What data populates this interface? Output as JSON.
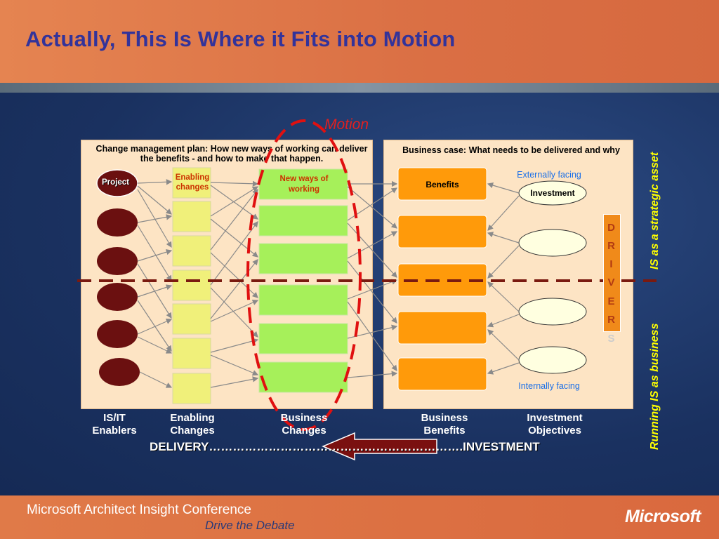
{
  "slide": {
    "title": "Actually, This Is Where it Fits into Motion",
    "motion_label": "Motion",
    "left_panel_caption": "Change management plan:  How new ways of working can deliver the benefits - and how to make that happen.",
    "right_panel_caption": "Business case:  What needs to be delivered and why",
    "project": "Project",
    "enabling_changes_box": "Enabling changes",
    "new_ways_box": "New ways of working",
    "benefits_box": "Benefits",
    "investment_box": "Investment",
    "externally_facing": "Externally facing",
    "internally_facing": "Internally facing",
    "drivers_letters": [
      "D",
      "R",
      "I",
      "V",
      "E",
      "R",
      "S"
    ],
    "column_labels": {
      "is_it": "IS/IT Enablers",
      "enabling": "Enabling Changes",
      "business_changes": "Business Changes",
      "business_benefits": "Business Benefits",
      "investment_objectives": "Investment Objectives"
    },
    "delivery": "DELIVERY……………………………………………………….INVESTMENT",
    "vertical_top": "IS as a strategic asset",
    "vertical_bottom": "Running IS as business"
  },
  "footer": {
    "conference": "Microsoft Architect Insight Conference",
    "tagline": "Drive the Debate",
    "logo": "Microsoft"
  },
  "colors": {
    "title": "#33339a",
    "enabler_circle": "#6b1010",
    "enabling_box": "#f0f07a",
    "new_ways_box": "#a6f05a",
    "benefit_box": "#ff9a0a",
    "investment_ellipse": "#ffffe0",
    "motion_dash": "#e01010",
    "divider_dash": "#7a1a10",
    "vertical_text": "#ffff00"
  }
}
